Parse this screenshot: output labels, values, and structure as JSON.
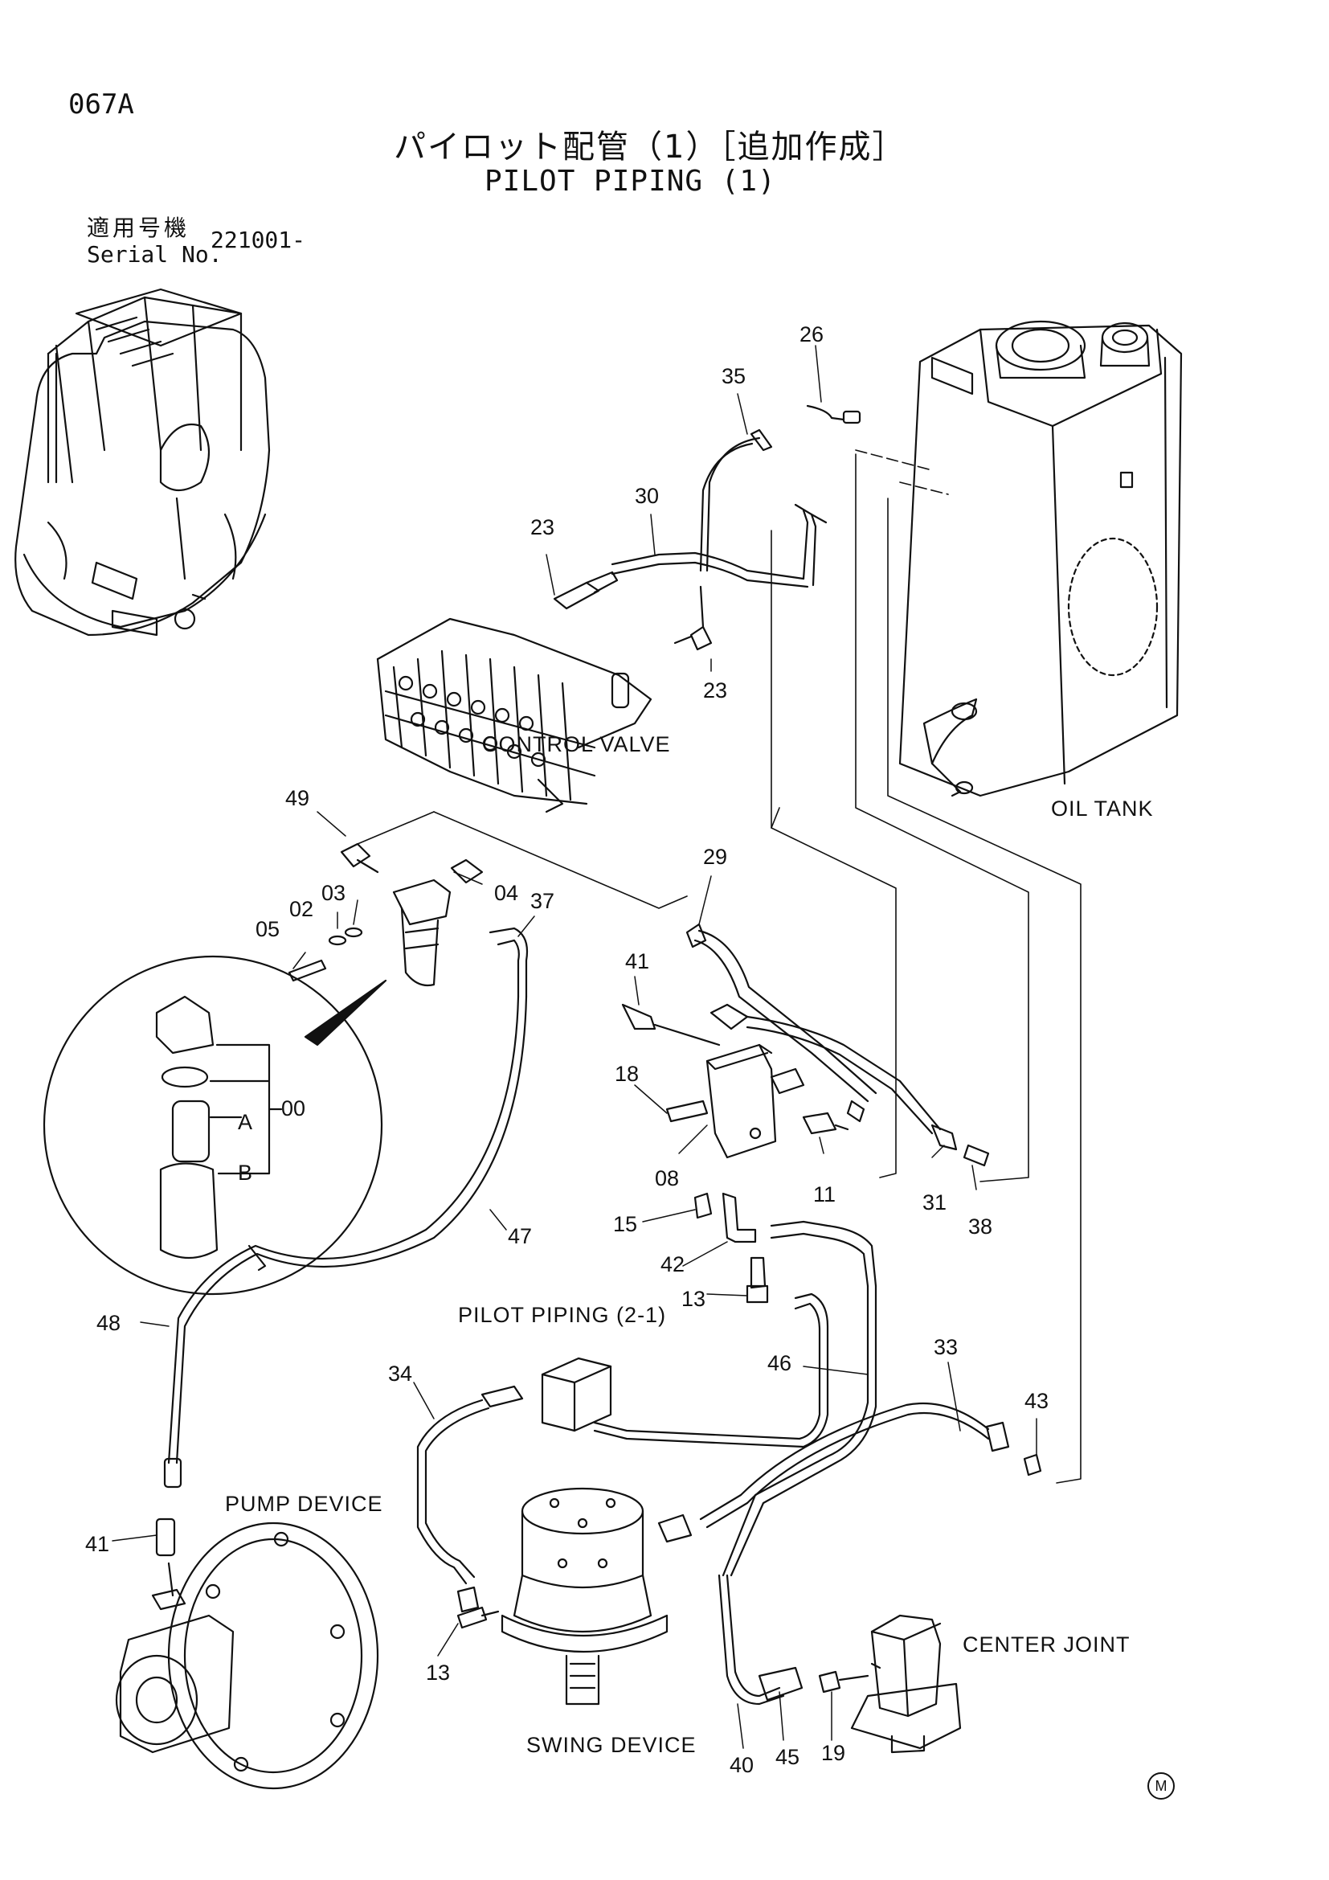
{
  "header": {
    "page_code": "067A",
    "title_jp": "パイロット配管（1）［追加作成］",
    "title_en": "PILOT PIPING (1)",
    "serial_label_jp": "適用号機",
    "serial_label_en": "Serial No.",
    "serial_value": "221001-"
  },
  "components": {
    "control_valve": "CONTROL VALVE",
    "oil_tank": "OIL TANK",
    "pilot_piping_ref": "PILOT PIPING (2-1)",
    "pump_device": "PUMP DEVICE",
    "swing_device": "SWING DEVICE",
    "center_joint": "CENTER JOINT"
  },
  "part_numbers": {
    "p26": "26",
    "p35": "35",
    "p30": "30",
    "p23a": "23",
    "p23b": "23",
    "p49": "49",
    "p04": "04",
    "p03": "03",
    "p02": "02",
    "p05": "05",
    "p37": "37",
    "p29": "29",
    "p41a": "41",
    "p18": "18",
    "p00": "00",
    "pA": "A",
    "pB": "B",
    "p08": "08",
    "p11": "11",
    "p31": "31",
    "p38": "38",
    "p15": "15",
    "p42": "42",
    "p13a": "13",
    "p47": "47",
    "p48": "48",
    "p46": "46",
    "p33": "33",
    "p43": "43",
    "p34": "34",
    "p41b": "41",
    "p13b": "13",
    "p40": "40",
    "p45": "45",
    "p19": "19"
  },
  "footer": {
    "badge": "M"
  }
}
